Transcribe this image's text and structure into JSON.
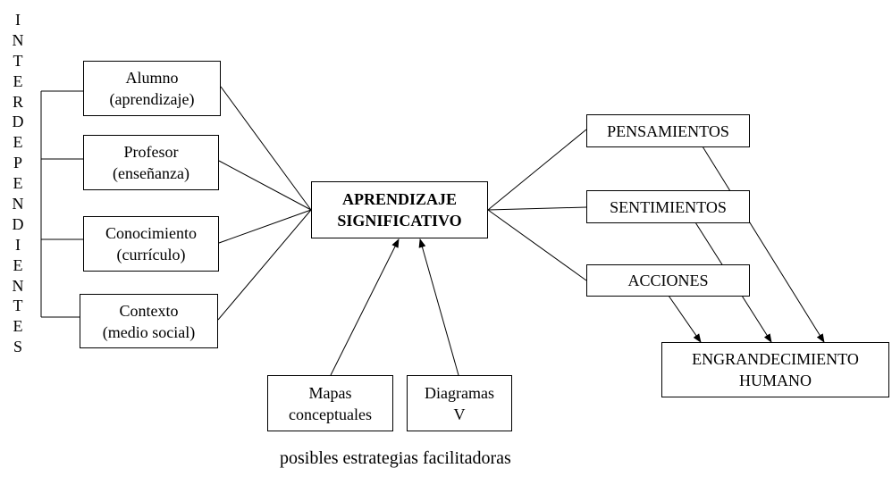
{
  "vertical_label": "INTERDEPENDIENTES",
  "left_boxes": [
    {
      "line1": "Alumno",
      "line2": "(aprendizaje)"
    },
    {
      "line1": "Profesor",
      "line2": "(enseñanza)"
    },
    {
      "line1": "Conocimiento",
      "line2": "(currículo)"
    },
    {
      "line1": "Contexto",
      "line2": "(medio social)"
    }
  ],
  "center_box": {
    "line1": "APRENDIZAJE",
    "line2": "SIGNIFICATIVO"
  },
  "bottom_boxes": [
    {
      "line1": "Mapas",
      "line2": "conceptuales"
    },
    {
      "line1": "Diagramas",
      "line2": "V"
    }
  ],
  "right_boxes": [
    {
      "label": "PENSAMIENTOS"
    },
    {
      "label": "SENTIMIENTOS"
    },
    {
      "label": "ACCIONES"
    }
  ],
  "result_box": {
    "line1": "ENGRANDECIMIENTO",
    "line2": "HUMANO"
  },
  "caption": "posibles estrategias facilitadoras"
}
